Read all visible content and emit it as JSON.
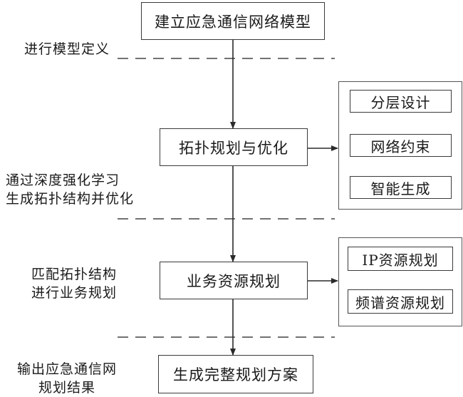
{
  "steps": {
    "model": "建立应急通信网络模型",
    "topology": "拓扑规划与优化",
    "service": "业务资源规划",
    "result": "生成完整规划方案"
  },
  "topology_detail": {
    "items": [
      "分层设计",
      "网络约束",
      "智能生成"
    ]
  },
  "service_detail": {
    "items": [
      "IP资源规划",
      "频谱资源规划"
    ]
  },
  "stage_labels": {
    "stage1": [
      "进行模型定义"
    ],
    "stage2": [
      "通过深度强化学习",
      "生成拓扑结构并优化"
    ],
    "stage3": [
      "匹配拓扑结构",
      "进行业务规划"
    ],
    "stage4": [
      "输出应急通信网",
      "规划结果"
    ]
  }
}
